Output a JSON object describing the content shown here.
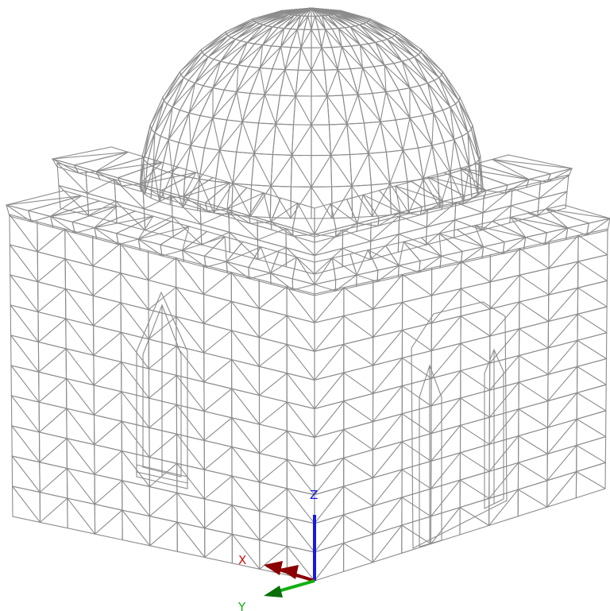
{
  "viewport": {
    "background": "#ffffff",
    "mesh_color": "#8c8c8c",
    "model": "domed-building-wireframe"
  },
  "axis_triad": {
    "x": {
      "label": "X",
      "color": "#d01010"
    },
    "y": {
      "label": "Y",
      "color": "#10b010"
    },
    "z": {
      "label": "Z",
      "color": "#1818e0"
    },
    "x_dark": "#8b0000",
    "y_dark": "#0a6e0a"
  }
}
